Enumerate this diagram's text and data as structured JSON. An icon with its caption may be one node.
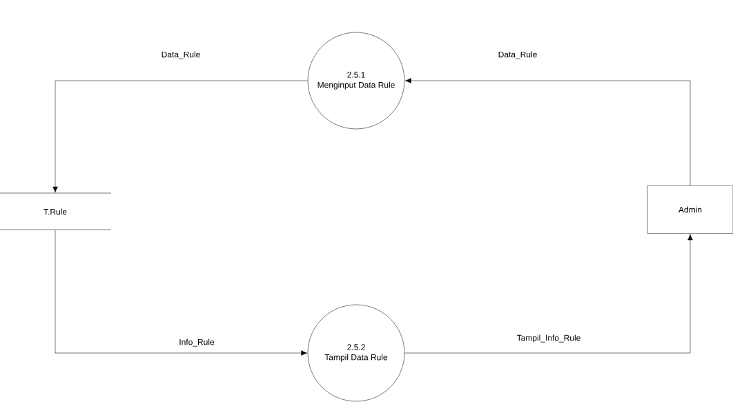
{
  "diagram": {
    "nodes": [
      {
        "text": [
          "2.5.1",
          "Menginput Data Rule"
        ]
      },
      {
        "text": [
          "T.Rule"
        ]
      },
      {
        "text": [
          "Admin"
        ]
      },
      {
        "text": [
          "2.5.2",
          "Tampil Data Rule"
        ]
      }
    ],
    "edges": [
      {
        "from": 0,
        "to": 1,
        "arrow": "to",
        "label": "Data_Rule"
      },
      {
        "from": 2,
        "to": 0,
        "arrow": "to",
        "label": "Data_Rule"
      },
      {
        "from": 1,
        "to": 3,
        "arrow": "to",
        "label": "Info_Rule"
      },
      {
        "from": 3,
        "to": 2,
        "arrow": "to",
        "label": "Tampil_Info_Rule"
      }
    ]
  }
}
